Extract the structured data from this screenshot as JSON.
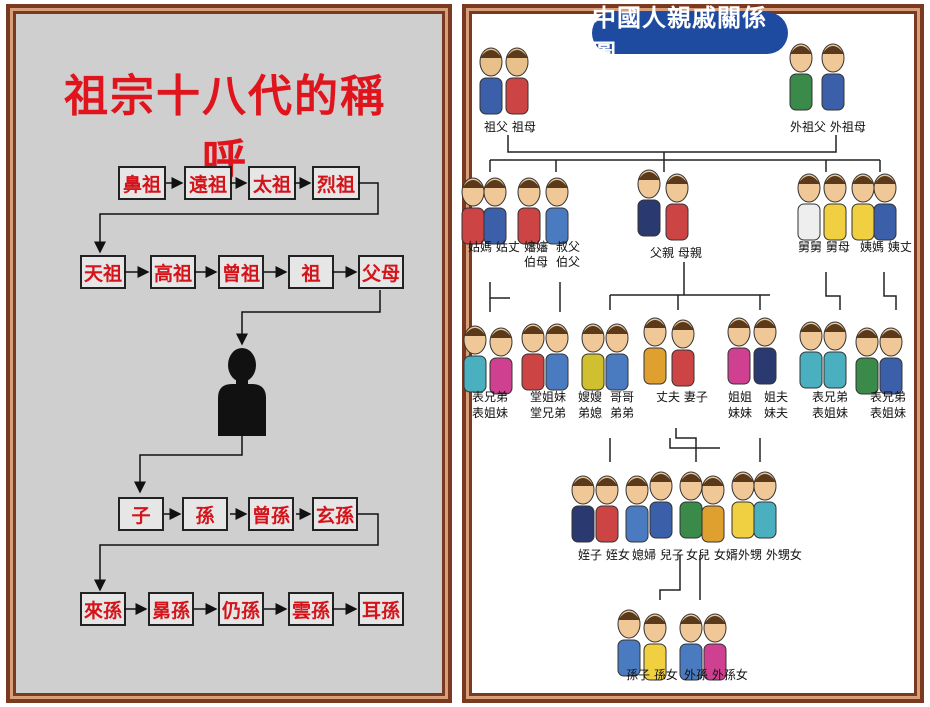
{
  "left": {
    "title": "祖宗十八代的稱呼",
    "row1": [
      "鼻祖",
      "遠祖",
      "太祖",
      "烈祖"
    ],
    "row2": [
      "天祖",
      "高祖",
      "曾祖",
      "祖",
      "父母"
    ],
    "row3": [
      "子",
      "孫",
      "曾孫",
      "玄孫"
    ],
    "row4": [
      "來孫",
      "晜孫",
      "仍孫",
      "雲孫",
      "耳孫"
    ],
    "self_icon": "person-silhouette-icon"
  },
  "right": {
    "banner": "中國人親戚關係圖",
    "labels": {
      "grandparents_paternal": "祖父  祖母",
      "grandparents_maternal": "外祖父 外祖母",
      "aunt_paternal": "姑媽 姑丈",
      "aunt_uncle_father_side_1": "嬸嬸",
      "aunt_uncle_father_side_2": "伯母",
      "uncle_father_side_1": "叔父",
      "uncle_father_side_2": "伯父",
      "parents": "父親 母親",
      "uncle_maternal": "舅舅 舅母",
      "aunt_maternal": "姨媽 姨丈",
      "cousin_a_1": "表兄弟",
      "cousin_a_2": "表姐妹",
      "cousin_b_1": "堂姐妹",
      "cousin_b_2": "堂兄弟",
      "sibling_inlaw_1": "嫂嫂",
      "sibling_inlaw_2": "弟媳",
      "siblings_1": "哥哥",
      "siblings_2": "弟弟",
      "spouses": "丈夫 妻子",
      "sisters_1": "姐姐",
      "sisters_2": "妹妹",
      "sisters_husband_1": "姐夫",
      "sisters_husband_2": "妹夫",
      "cousin_c_1": "表兄弟",
      "cousin_c_2": "表姐妹",
      "cousin_d_1": "表兄弟",
      "cousin_d_2": "表姐妹",
      "nephew_niece": "姪子 姪女",
      "children": "媳婦 兒子",
      "daughter": "女兒 女婿",
      "sisters_children": "外甥 外甥女",
      "grandchildren": "孫子 孫女",
      "daughters_children": "外孫 外孫女"
    }
  },
  "colors": {
    "frame": "#7a3a22",
    "left_bg": "#cfcfcf",
    "box_text": "#d4141a",
    "banner": "#1e4aa0"
  }
}
